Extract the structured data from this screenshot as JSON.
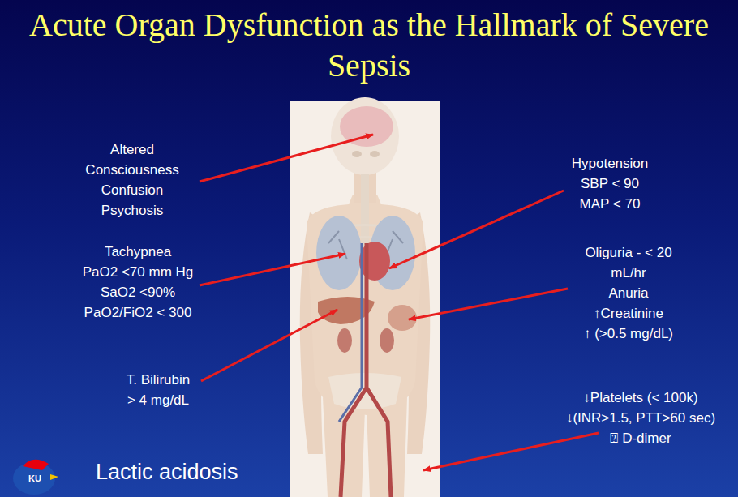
{
  "diagram": {
    "title": "Acute Organ Dysfunction as the Hallmark of Severe Sepsis",
    "labels": [
      "Altered",
      "Consciousness",
      "Confusion",
      "Psychosis",
      "Tachypnea",
      "PaO2 <70 mm Hg",
      "SaO2 <90%",
      "PaO2/FiO2 < 300",
      "T. Bilirubin",
      "> 4 mg/dL",
      "Hypotension",
      "SBP < 90",
      "MAP < 70",
      "Oliguria - < 20 mL/hr",
      "Anuria",
      "↑Creatinine",
      "↑ (>0.5 mg/dL)",
      "↓Platelets (< 100k)",
      "↓(INR>1.5, PTT>60 sec)",
      "⍰ D-dimer",
      "Lactic acidosis",
      "KU"
    ]
  }
}
